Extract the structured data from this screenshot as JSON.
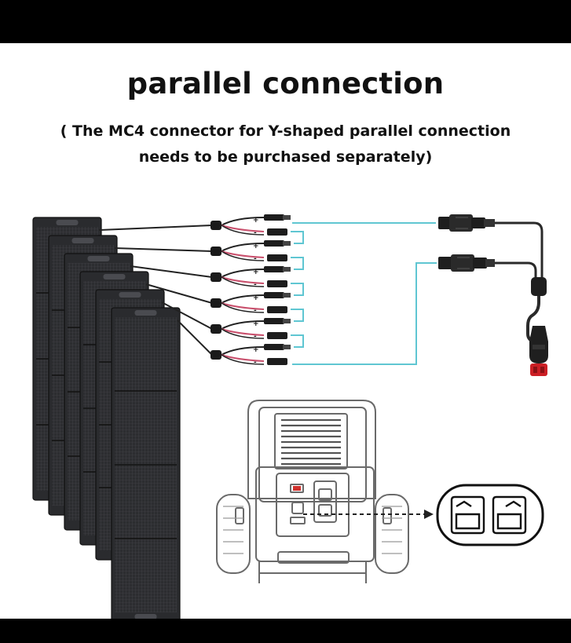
{
  "title": "parallel connection",
  "note": {
    "line1": "( The MC4 connector for Y-shaped parallel connection",
    "line2": "needs to be purchased separately)"
  },
  "panel_count": 6,
  "polarity": {
    "positive": "+",
    "negative": "-"
  },
  "colors": {
    "panel": "#2a2b2e",
    "cable": "#222222",
    "positive_wire": "#c9506d",
    "bridge_wire": "#5fc6d2",
    "station_outline": "#6a6a6a"
  }
}
